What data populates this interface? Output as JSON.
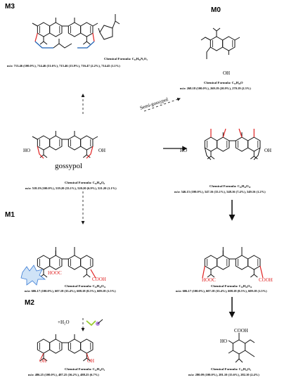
{
  "labels": {
    "m3": "M3",
    "m0": "M0",
    "m1": "M1",
    "m2": "M2",
    "gossypol": "gossypol",
    "semi_gossypol": "Semi-gossypol",
    "h2o": "+H₂O"
  },
  "atoms": {
    "oh": "OH",
    "ho": "HO",
    "o": "O",
    "n": "N",
    "hooc": "HOOC",
    "cooh": "COOH"
  },
  "compounds": {
    "m3": {
      "formula_label": "Chemical Formula:",
      "formula": "C₄₅H₅₀N₂O₃",
      "mz_label": "m/z:",
      "mz": "713.46 (100.0%), 714.46 (51.6%), 715.46 (13.9%), 716.47 (2.2%), 714.45 (1.1%)"
    },
    "m0": {
      "formula_label": "Chemical Formula:",
      "formula": "C₁₉H₂₀O",
      "mz_label": "m/z:",
      "mz": "268.18 (100.0%), 269.19 (20.9%), 270.19 (2.3%)"
    },
    "gossypol": {
      "formula_label": "Chemical Formula:",
      "formula": "C₃₀H₃₀O₈",
      "mz_label": "m/z:",
      "mz": "518.19 (100.0%), 519.20 (33.1%), 520.20 (6.9%), 521.20 (1.1%)"
    },
    "oxidized": {
      "formula_label": "Chemical Formula:",
      "formula": "C₃₀H₂₆O₁₀",
      "mz_label": "m/z:",
      "mz": "546.15 (100.0%), 547.16 (33.1%), 548.16 (7.4%), 549.16 (1.2%)"
    },
    "m1": {
      "formula_label": "Chemical Formula:",
      "formula": "C₃₀H₂₆O₁₂",
      "mz_label": "m/z:",
      "mz": "606.17 (100.0%), 607.18 (35.4%), 608.18 (8.5%), 609.18 (1.5%)"
    },
    "acid": {
      "formula_label": "Chemical Formula:",
      "formula": "C₃₀H₂₆O₁₂",
      "mz_label": "m/z:",
      "mz": "606.17 (100.0%), 607.18 (35.4%), 608.18 (8.5%), 609.18 (1.5%)"
    },
    "m2": {
      "formula_label": "Chemical Formula:",
      "formula": "C₃₂H₃₄O₄",
      "mz_label": "m/z:",
      "mz": "486.25 (100.0%), 487.25 (36.2%), 488.25 (6.7%)"
    },
    "fragment": {
      "formula_label": "Chemical Formula:",
      "formula": "C₁₅H₁₆O₅",
      "mz_label": "m/z:",
      "mz": "280.09 (100.0%), 281.10 (15.6%), 282.10 (2.4%)"
    }
  },
  "colors": {
    "bond": "#111111",
    "oxygen_red": "#e02020",
    "nitrogen_blue": "#1a5fb4",
    "highlight_blue": "#3a7bd5",
    "star_fill": "#cfe3f7",
    "purple": "#b48be0",
    "green": "#9acd32"
  }
}
